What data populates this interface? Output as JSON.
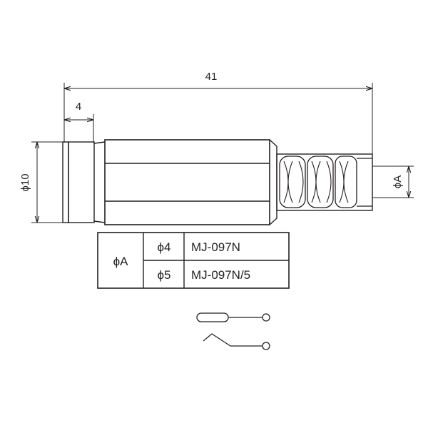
{
  "dimensions": {
    "overall_length": "41",
    "front_width": "4",
    "diameter_front": "ϕ10",
    "diameter_cable": "ϕA"
  },
  "table": {
    "row_header": "ϕA",
    "rows": [
      {
        "diameter": "ϕ4",
        "model": "MJ-097N"
      },
      {
        "diameter": "ϕ5",
        "model": "MJ-097N/5"
      }
    ]
  }
}
